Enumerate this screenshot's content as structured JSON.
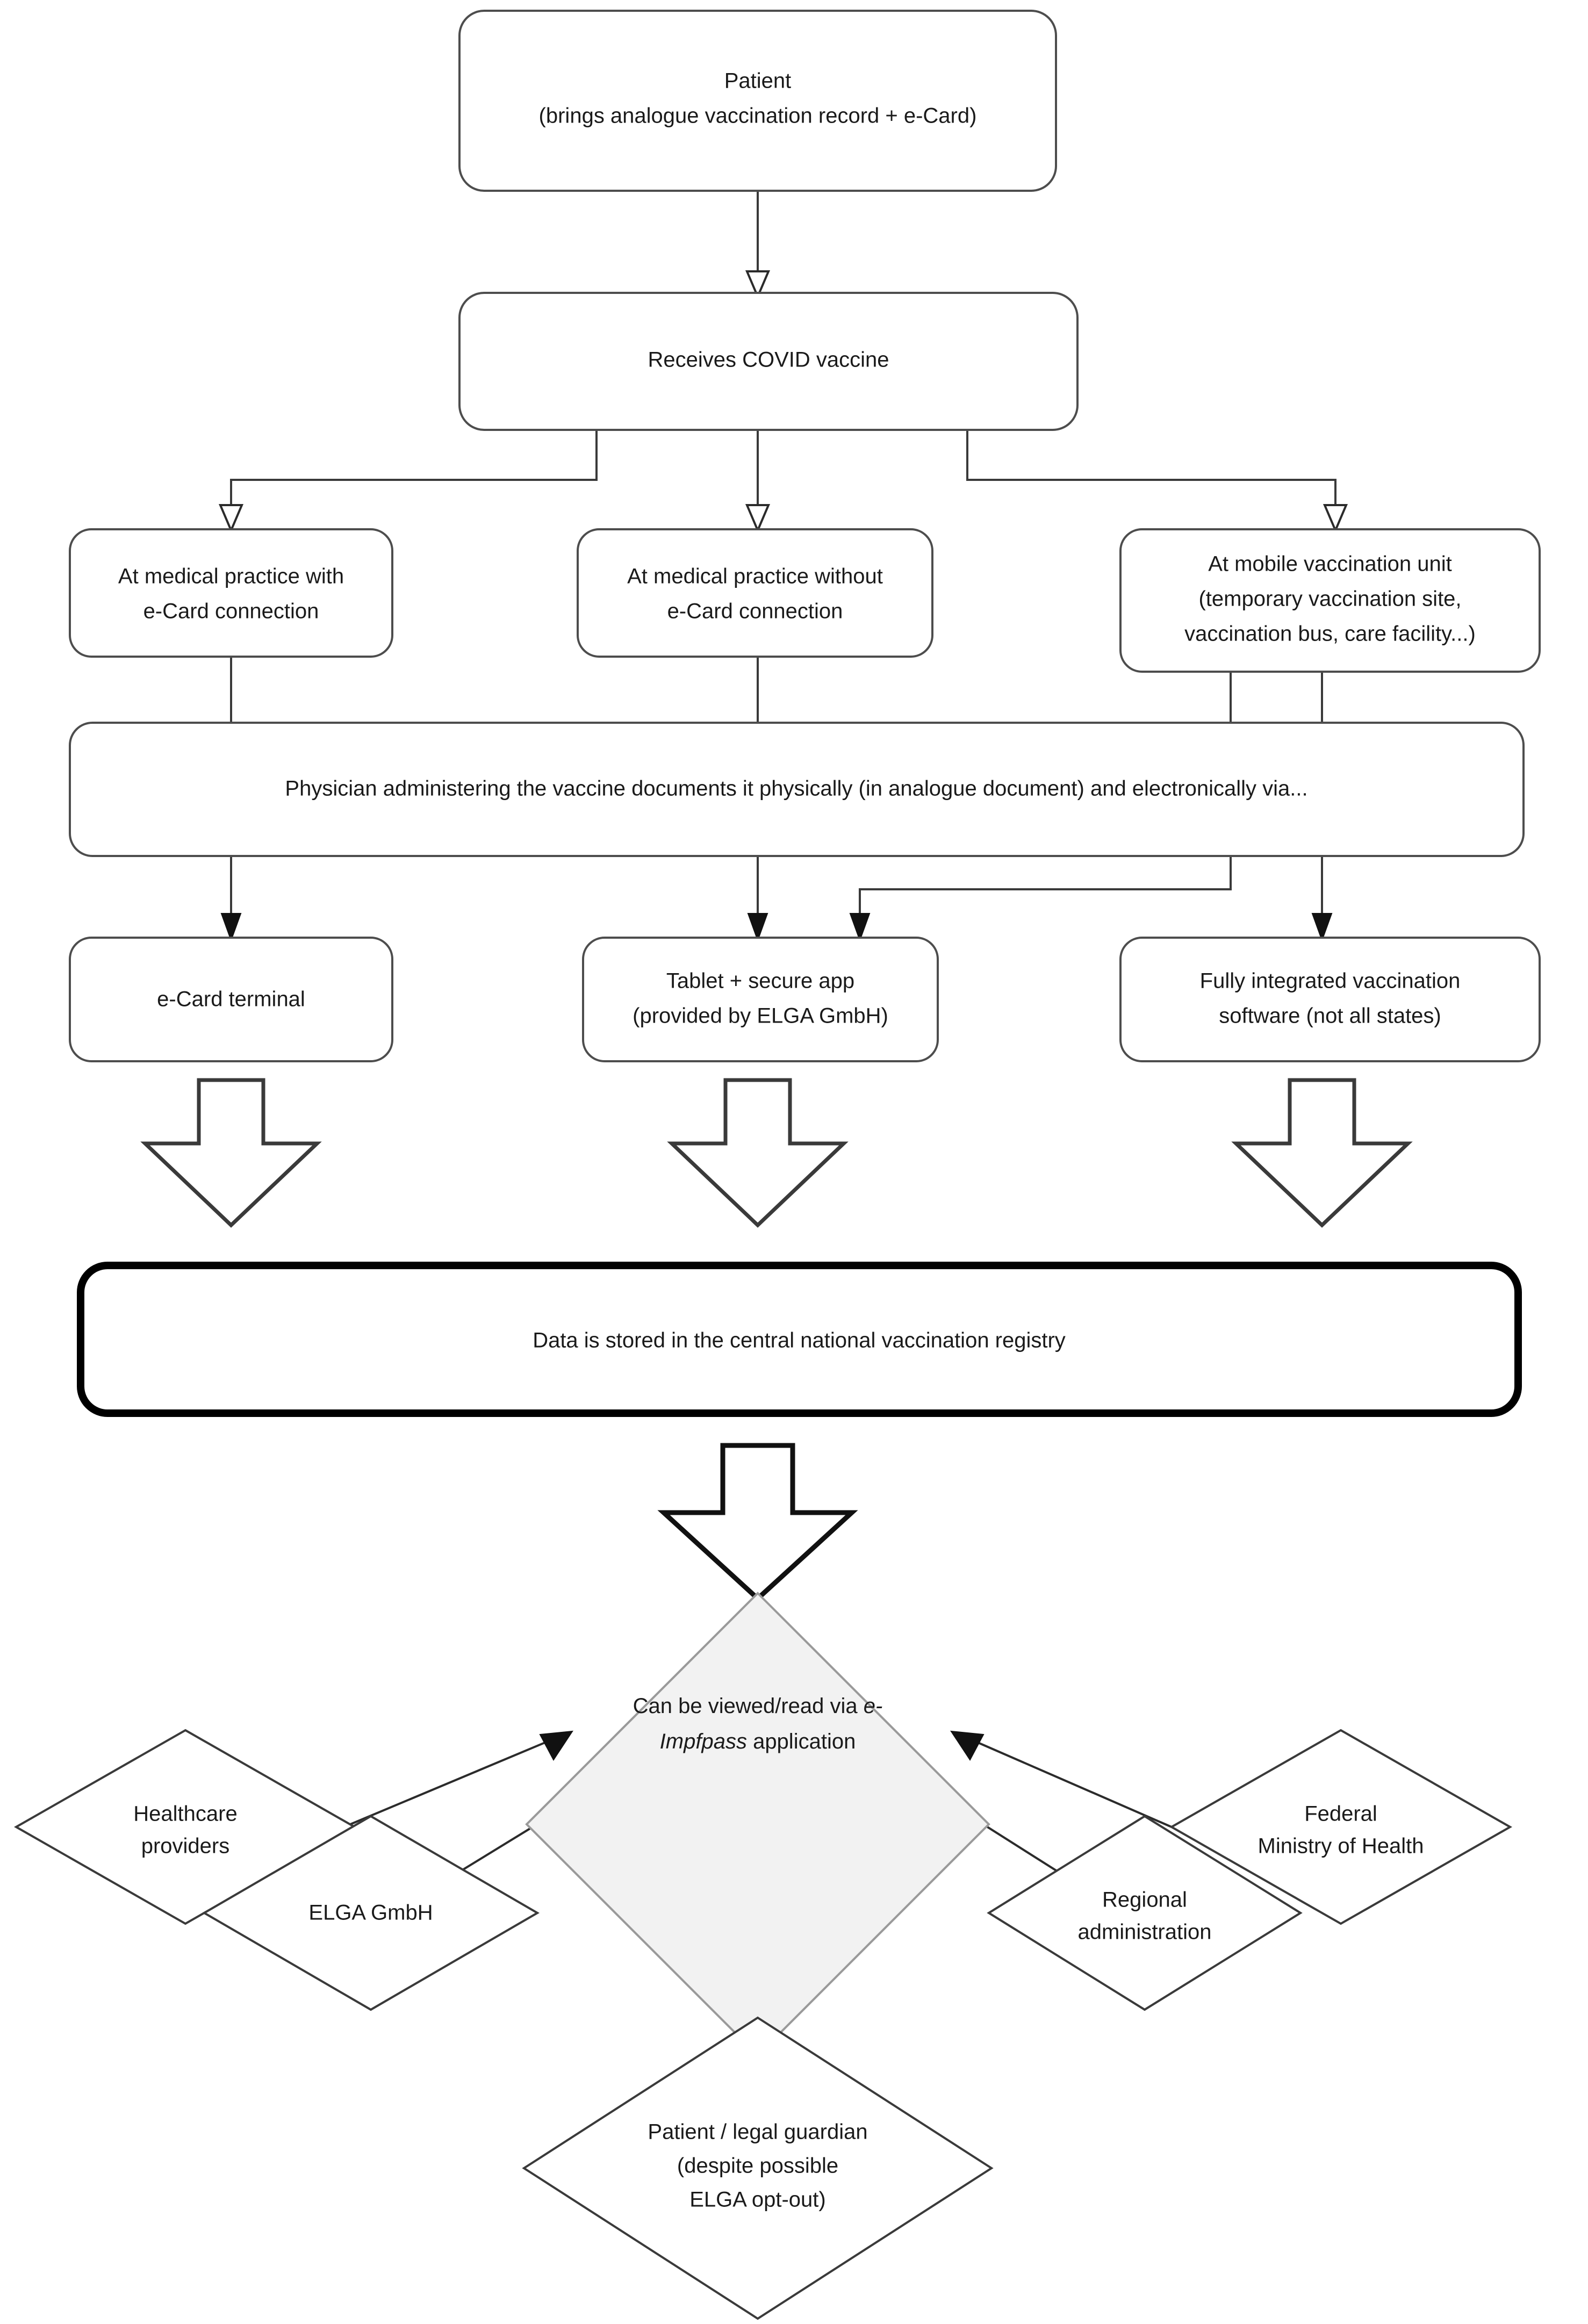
{
  "diagram": {
    "title": "COVID vaccination documentation and e-Impfpass data flow",
    "colors": {
      "box_stroke": "#4d4d4d",
      "bold_box_stroke": "#000000",
      "diamond_stroke": "#3a3a3a",
      "center_diamond_fill": "#f2f2f2",
      "center_diamond_stroke": "#9a9a9a",
      "connector": "#3a3a3a",
      "text": "#1a1a1a",
      "background": "#ffffff"
    },
    "nodes": {
      "patient": {
        "line1": "Patient",
        "line2": "(brings analogue vaccination record + e-Card)"
      },
      "receives_vaccine": {
        "line1": "Receives COVID vaccine"
      },
      "practice_with_ecard": {
        "line1": "At medical practice with",
        "line2": "e-Card connection"
      },
      "practice_without_ecard": {
        "line1": "At medical practice without",
        "line2": "e-Card connection"
      },
      "mobile_unit": {
        "line1": "At mobile vaccination unit",
        "line2": "(temporary vaccination site,",
        "line3": "vaccination bus, care facility...)"
      },
      "physician_documents": {
        "line1": "Physician administering the vaccine documents it physically (in analogue document) and electronically via..."
      },
      "ecard_terminal": {
        "line1": "e-Card terminal"
      },
      "tablet_app": {
        "line1": "Tablet + secure app",
        "line2": "(provided by ELGA GmbH)"
      },
      "integrated_software": {
        "line1": "Fully integrated vaccination",
        "line2": "software (not all states)"
      },
      "central_registry": {
        "line1": "Data is stored in the central national vaccination registry"
      },
      "eimpfpass_viewer": {
        "line1_a": "Can be viewed/read via ",
        "line1_b": "e-",
        "line2_a": "Impfpass",
        "line2_b": " application"
      },
      "healthcare_providers": {
        "line1": "Healthcare",
        "line2": "providers"
      },
      "elga_gmbh": {
        "line1": "ELGA GmbH"
      },
      "patient_guardian": {
        "line1": "Patient / legal guardian",
        "line2": "(despite possible",
        "line3": "ELGA opt-out)"
      },
      "regional_administration": {
        "line1": "Regional",
        "line2": "administration"
      },
      "federal_ministry": {
        "line1": "Federal",
        "line2": "Ministry of Health"
      }
    }
  }
}
